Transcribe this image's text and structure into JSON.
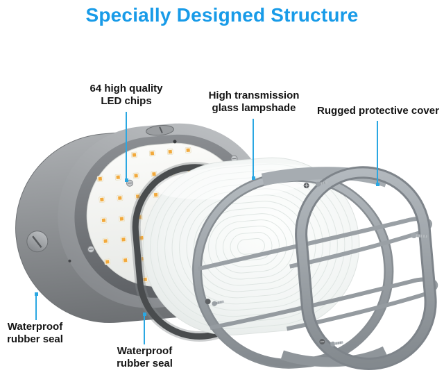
{
  "title": {
    "text": "Specially Designed Structure"
  },
  "callouts": {
    "led_chips": {
      "label": "64 high quality\nLED chips"
    },
    "glass_lampshade": {
      "label": "High transmission\nglass lampshade"
    },
    "protective_cover": {
      "label": "Rugged protective cover"
    },
    "rubber_seal_left": {
      "label": "Waterproof\nrubber seal"
    },
    "rubber_seal_right": {
      "label": "Waterproof\nrubber seal"
    }
  },
  "colors": {
    "background": "#ffffff",
    "title_blue": "#189be8",
    "leader_blue": "#2aa7e2",
    "label_text": "#141414",
    "housing_gray": "#94979a",
    "cage_gray": "#999fa5",
    "lampshade_white": "#f3f5f4",
    "seal_dark": "#494c4e",
    "led_amber": "#f2a93c"
  }
}
